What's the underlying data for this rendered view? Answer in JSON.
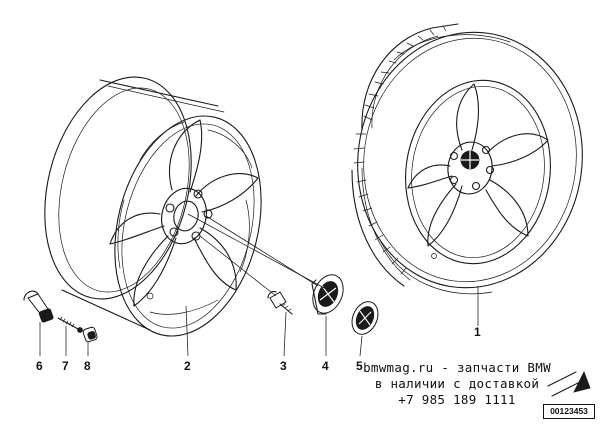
{
  "parts": [
    {
      "number": "1",
      "part": "complete wheel with tyre"
    },
    {
      "number": "2",
      "part": "light alloy rim"
    },
    {
      "number": "3",
      "part": "wheel bolt"
    },
    {
      "number": "4",
      "part": "hub cap"
    },
    {
      "number": "5",
      "part": "emblem"
    },
    {
      "number": "6",
      "part": "tyre valve"
    },
    {
      "number": "7",
      "part": "valve insert"
    },
    {
      "number": "8",
      "part": "valve cap"
    }
  ],
  "watermark": {
    "line1": "bmwmag.ru - запчасти BMW",
    "line2": "в наличии с доставкой",
    "line3": "+7 985 189 1111"
  },
  "drawing_id": "00123453"
}
